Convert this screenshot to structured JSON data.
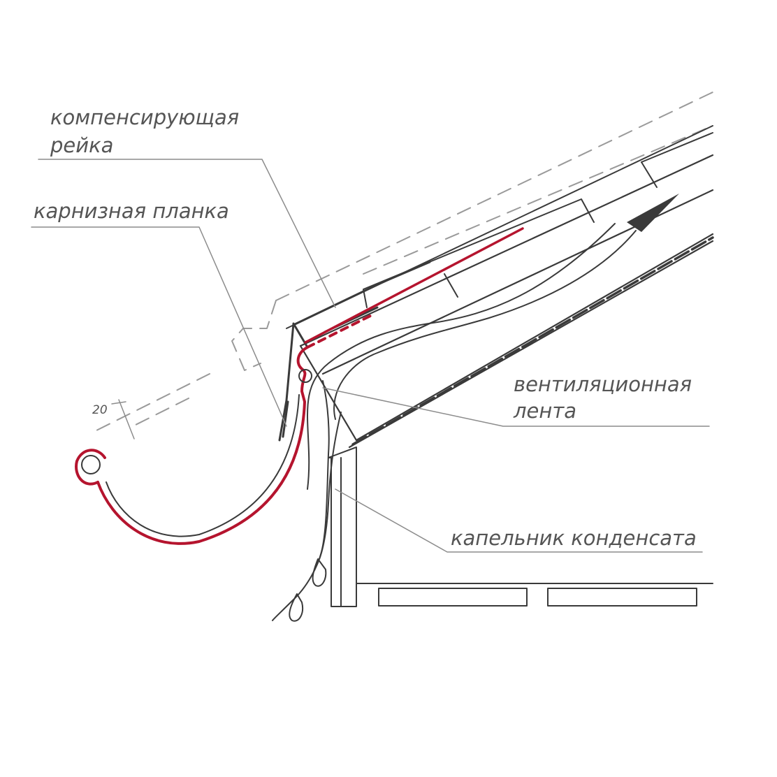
{
  "labels": {
    "compensating_batten_line1": "компенсирующая",
    "compensating_batten_line2": "рейка",
    "eaves_strip": "карнизная планка",
    "ventilation_tape_line1": "вентиляционная",
    "ventilation_tape_line2": "лента",
    "condensate_drip": "капельник конденсата",
    "dimension_20": "20"
  },
  "colors": {
    "line": "#3a3a3a",
    "leader": "#8c8c8c",
    "dashed": "#9a9a9a",
    "gutter_red": "#b5142e",
    "text": "#555555"
  }
}
